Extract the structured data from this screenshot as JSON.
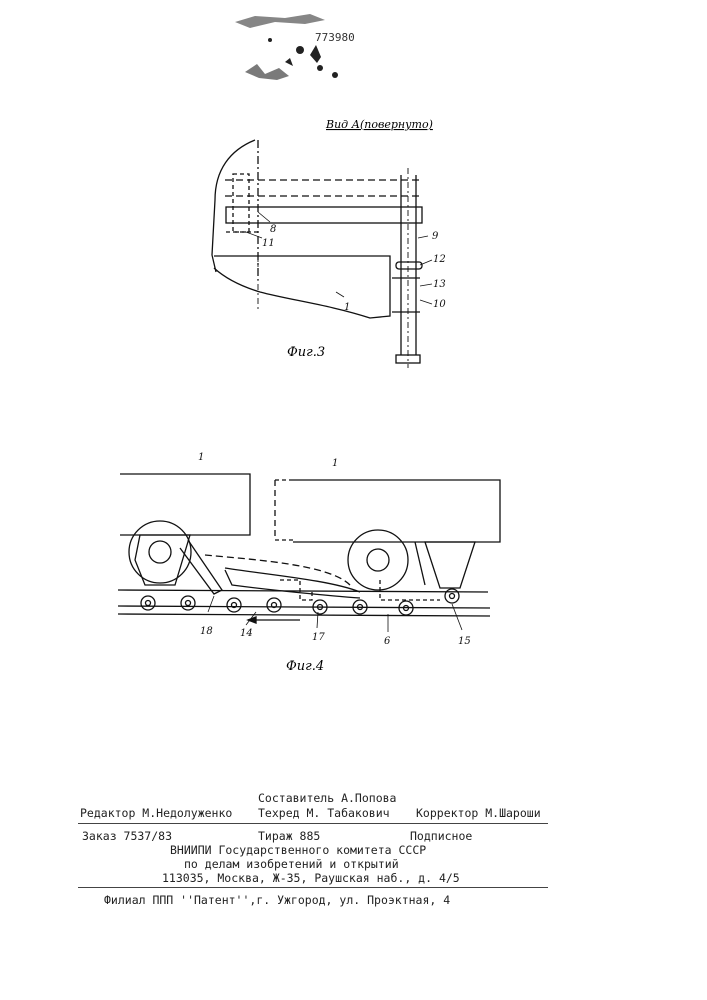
{
  "header": {
    "patent_number": "773980"
  },
  "fig3": {
    "view_label": "Вид А(повернуто)",
    "caption": "Фиг.3",
    "parts": [
      "8",
      "9",
      "11",
      "12",
      "13",
      "10",
      "1"
    ]
  },
  "fig4": {
    "caption": "Фиг.4",
    "parts": [
      "1",
      "1",
      "18",
      "14",
      "17",
      "6",
      "15"
    ]
  },
  "credits": {
    "compiler": "Составитель А.Попова",
    "editor": "Редактор М.Недолуженко",
    "techred": "Техред М. Табакович",
    "corrector": "Корректор М.Шароши"
  },
  "imprint": {
    "order": "Заказ 7537/83",
    "print_run": "Тираж 885",
    "subscription": "Подписное",
    "org_line1": "ВНИИПИ Государственного комитета СССР",
    "org_line2": "по делам изобретений и открытий",
    "org_address": "113035, Москва, Ж-35, Раушская наб., д. 4/5",
    "branch": "Филиал ППП ''Патент'',г. Ужгород, ул. Проэктная, 4"
  }
}
